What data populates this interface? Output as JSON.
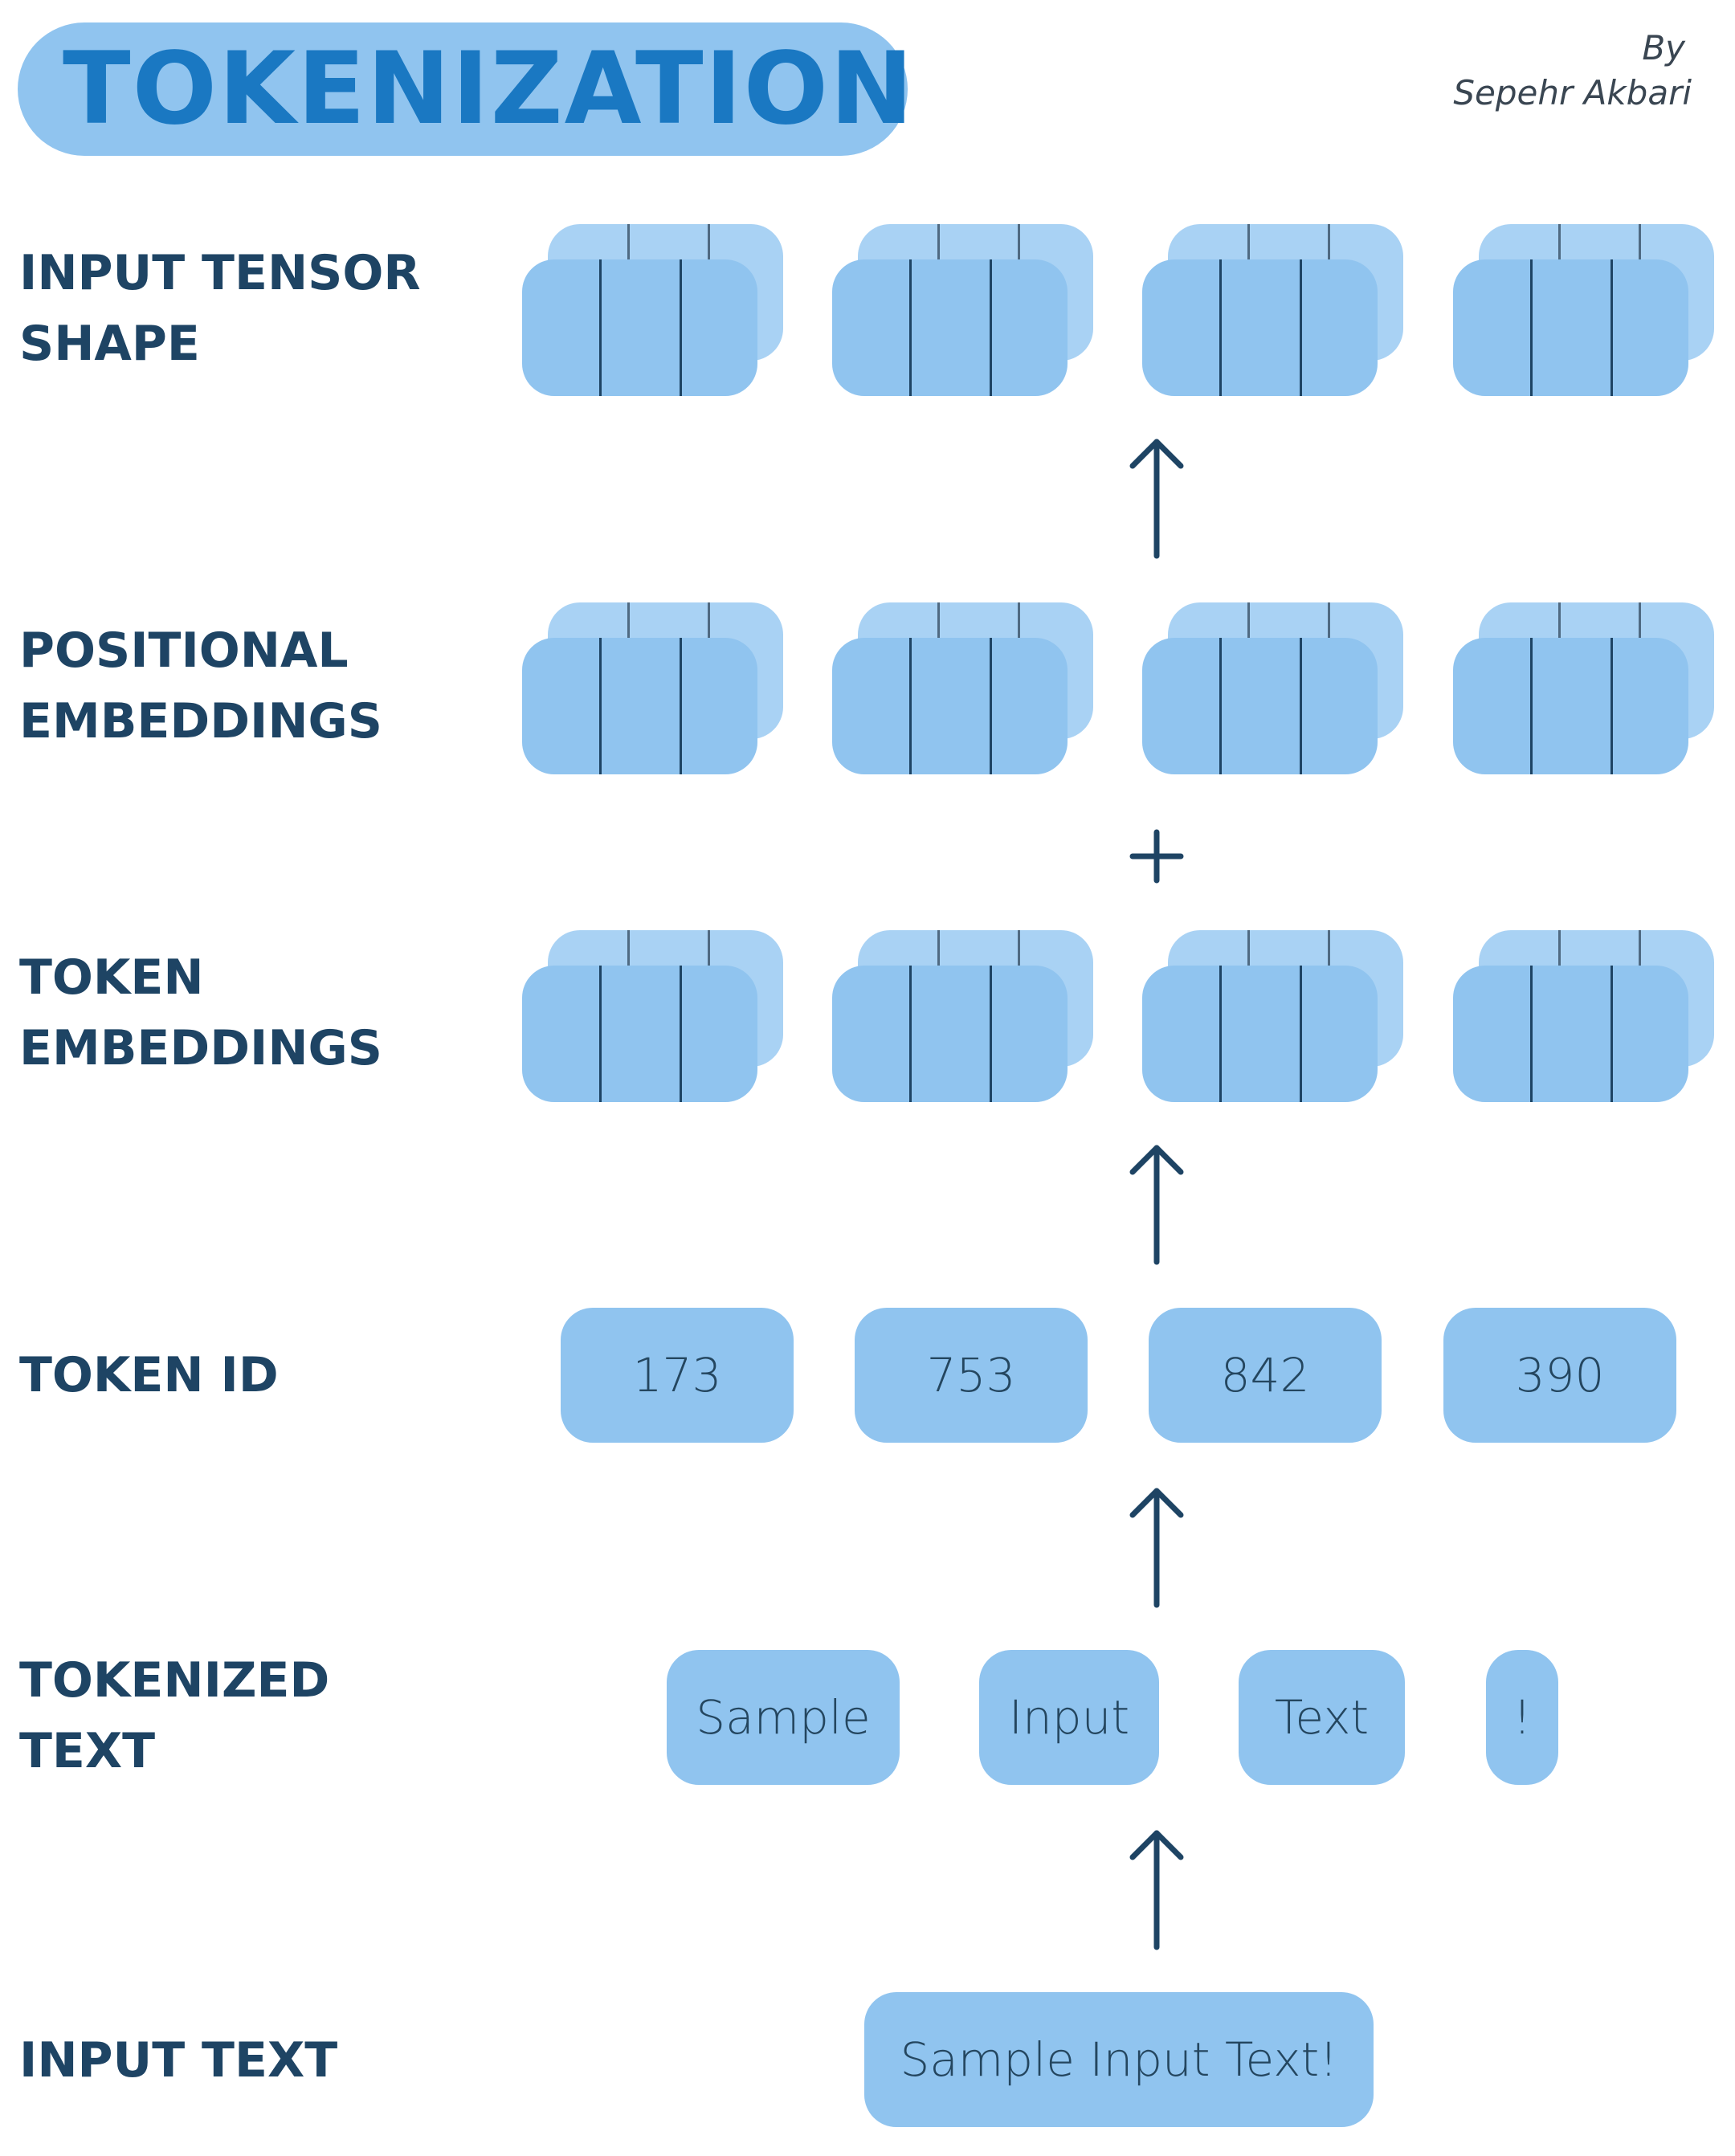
{
  "title": "TOKENIZATION",
  "byline": {
    "by": "By",
    "author": "Sepehr Akbari"
  },
  "rows": {
    "input_tensor_shape": {
      "label_line1": "INPUT TENSOR",
      "label_line2": "SHAPE"
    },
    "positional_embeddings": {
      "label_line1": "POSITIONAL",
      "label_line2": "EMBEDDINGS"
    },
    "token_embeddings": {
      "label_line1": "TOKEN",
      "label_line2": "EMBEDDINGS"
    },
    "token_id": {
      "label": "TOKEN ID",
      "values": [
        "173",
        "753",
        "842",
        "390"
      ]
    },
    "tokenized_text": {
      "label_line1": "TOKENIZED",
      "label_line2": "TEXT",
      "tokens": [
        "Sample",
        "Input",
        "Text",
        "!"
      ]
    },
    "input_text": {
      "label": "INPUT TEXT",
      "value": "Sample Input Text!"
    }
  },
  "connectors": {
    "plus_symbol": "+"
  },
  "colors": {
    "pill_blue": "#90c4ef",
    "pill_back_blue": "#a9d2f4",
    "title_blue": "#1a78c2",
    "label_navy": "#1e4464",
    "arrow_navy": "#1e4464"
  },
  "icons": {
    "arrow": "arrow-up-icon",
    "plus": "plus-icon"
  }
}
